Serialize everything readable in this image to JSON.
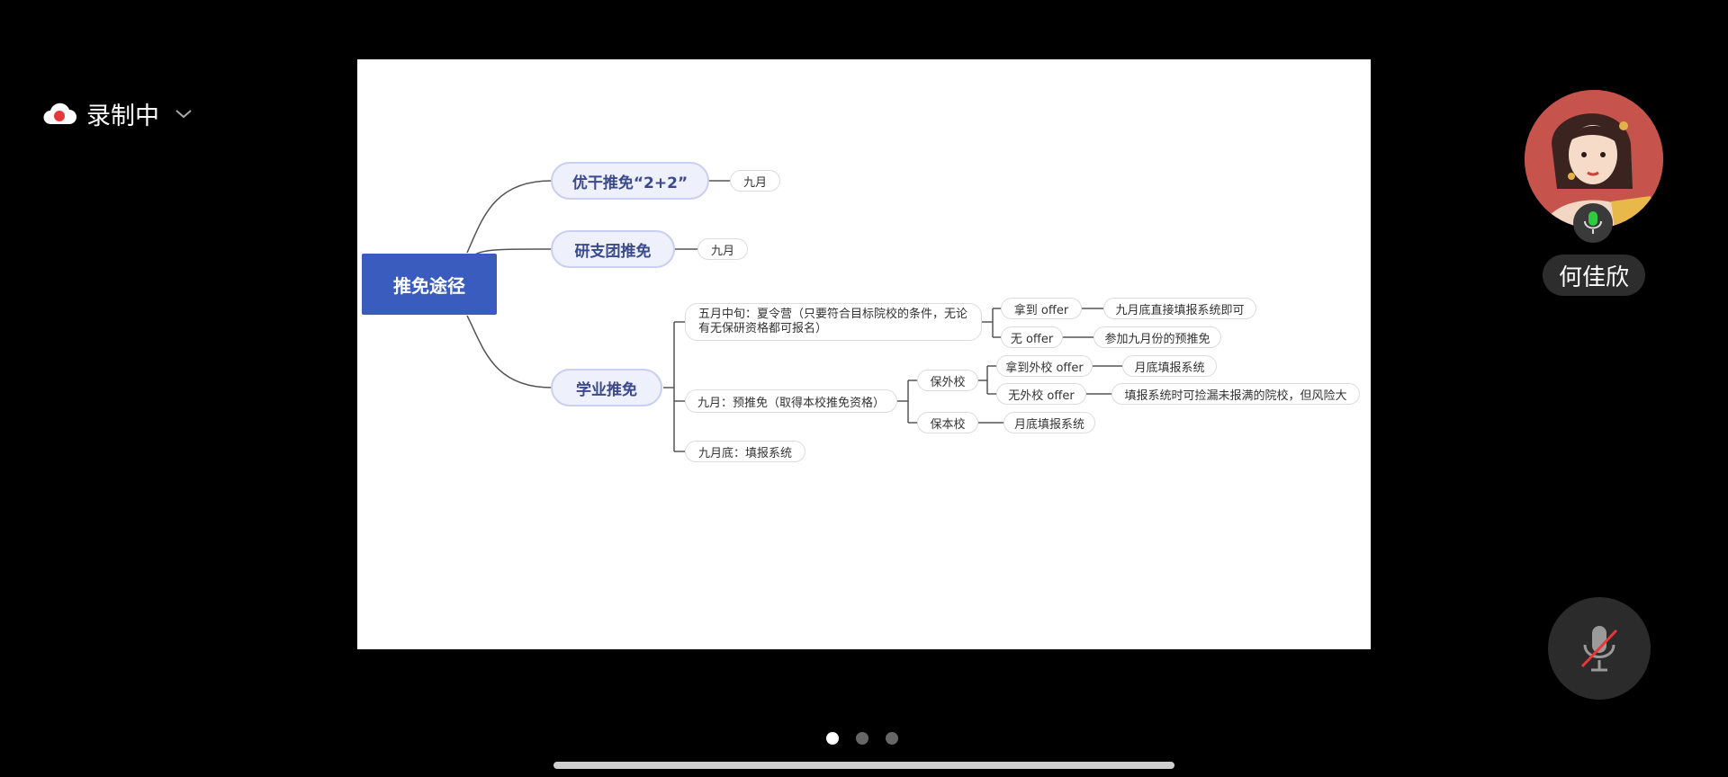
{
  "recording": {
    "label": "录制中",
    "icon": "cloud-record-icon"
  },
  "mindmap": {
    "root": "推免途径",
    "branch1": {
      "label": "优干推免“2+2”",
      "time": "九月"
    },
    "branch2": {
      "label": "研支团推免",
      "time": "九月"
    },
    "branch3": {
      "label": "学业推免",
      "may": {
        "label": "五月中旬：夏令营（只要符合目标院校的条件，无论有无保研资格都可报名）",
        "got_offer": "拿到 offer",
        "got_offer_result": "九月底直接填报系统即可",
        "no_offer": "无 offer",
        "no_offer_result": "参加九月份的预推免"
      },
      "sept": {
        "label": "九月：预推免（取得本校推免资格）",
        "outside": "保外校",
        "outside_got": "拿到外校 offer",
        "outside_got_result": "月底填报系统",
        "outside_no": "无外校 offer",
        "outside_no_result": "填报系统时可捡漏未报满的院校，但风险大",
        "home": "保本校",
        "home_result": "月底填报系统"
      },
      "end": {
        "label": "九月底：填报系统"
      }
    }
  },
  "participant": {
    "name": "何佳欣",
    "mic_state": "speaking",
    "avatar_icon": "avatar-illustration"
  },
  "controls": {
    "mute_icon": "mic-muted-icon"
  },
  "pager": {
    "total": 3,
    "active_index": 0
  },
  "colors": {
    "root_bg": "#3a5cbf",
    "main_node_bg": "#eef0fb",
    "line": "#555555",
    "record_red": "#e8373a",
    "mic_green": "#2ecc40"
  }
}
